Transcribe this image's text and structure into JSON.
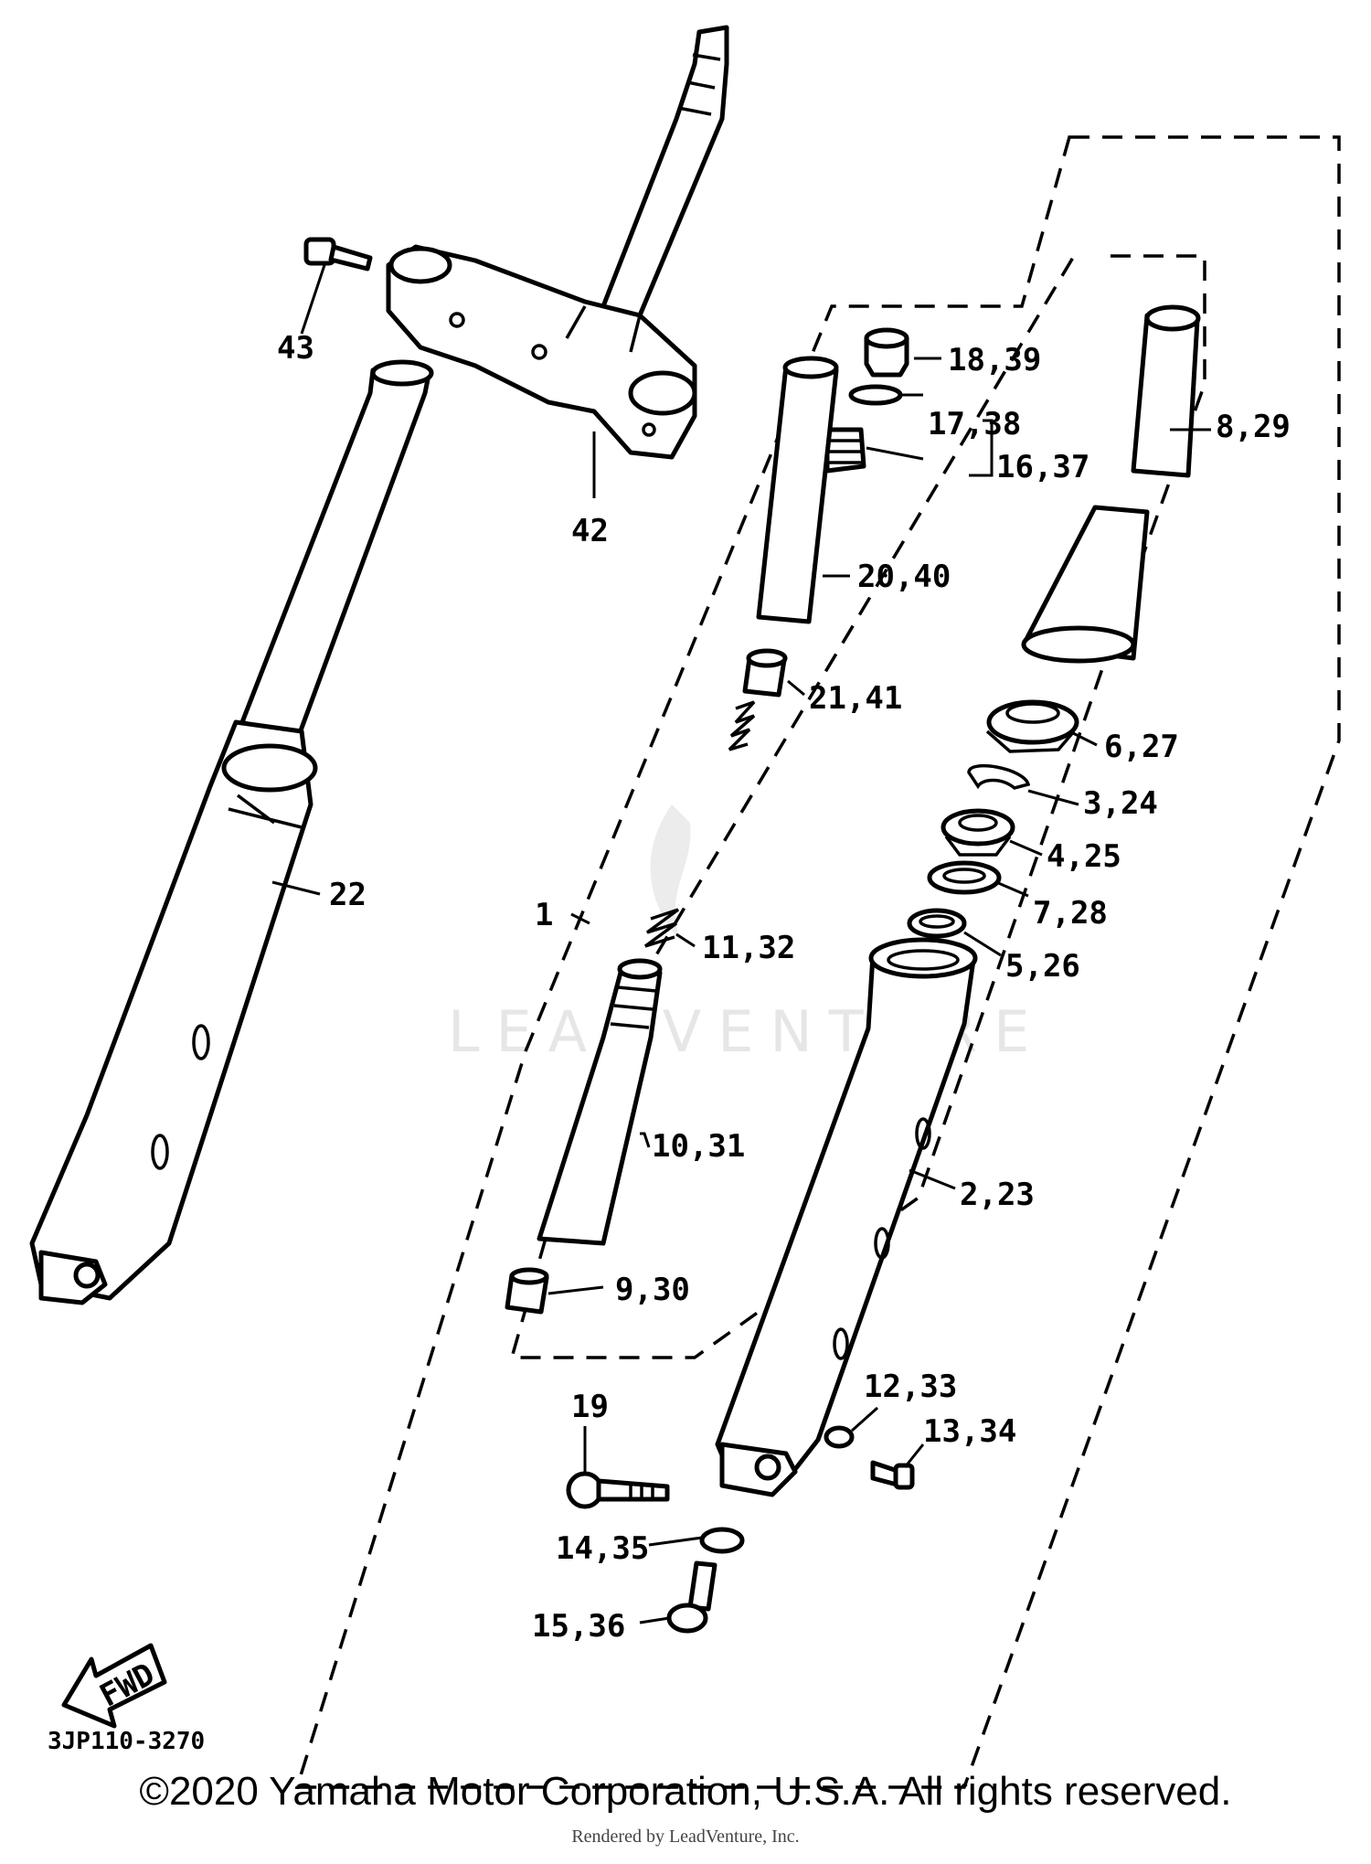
{
  "callouts": {
    "c18_39": "18,39",
    "c17_38": "17,38",
    "c16_37": "16,37",
    "c8_29": "8,29",
    "c20_40": "20,40",
    "c21_41": "21,41",
    "c6_27": "6,27",
    "c3_24": "3,24",
    "c4_25": "4,25",
    "c7_28": "7,28",
    "c5_26": "5,26",
    "c11_32": "11,32",
    "c10_31": "10,31",
    "c2_23": "2,23",
    "c9_30": "9,30",
    "c12_33": "12,33",
    "c13_34": "13,34",
    "c19": "19",
    "c14_35": "14,35",
    "c15_36": "15,36",
    "c1": "1",
    "c22": "22",
    "c42": "42",
    "c43": "43"
  },
  "fwd_label": "FWD",
  "figure_code": "3JP110-3270",
  "watermark": "LEADVENTURE",
  "copyright": "©2020 Yamaha Motor Corporation, U.S.A. All rights reserved.",
  "rendered_by": "Rendered by LeadVenture, Inc."
}
